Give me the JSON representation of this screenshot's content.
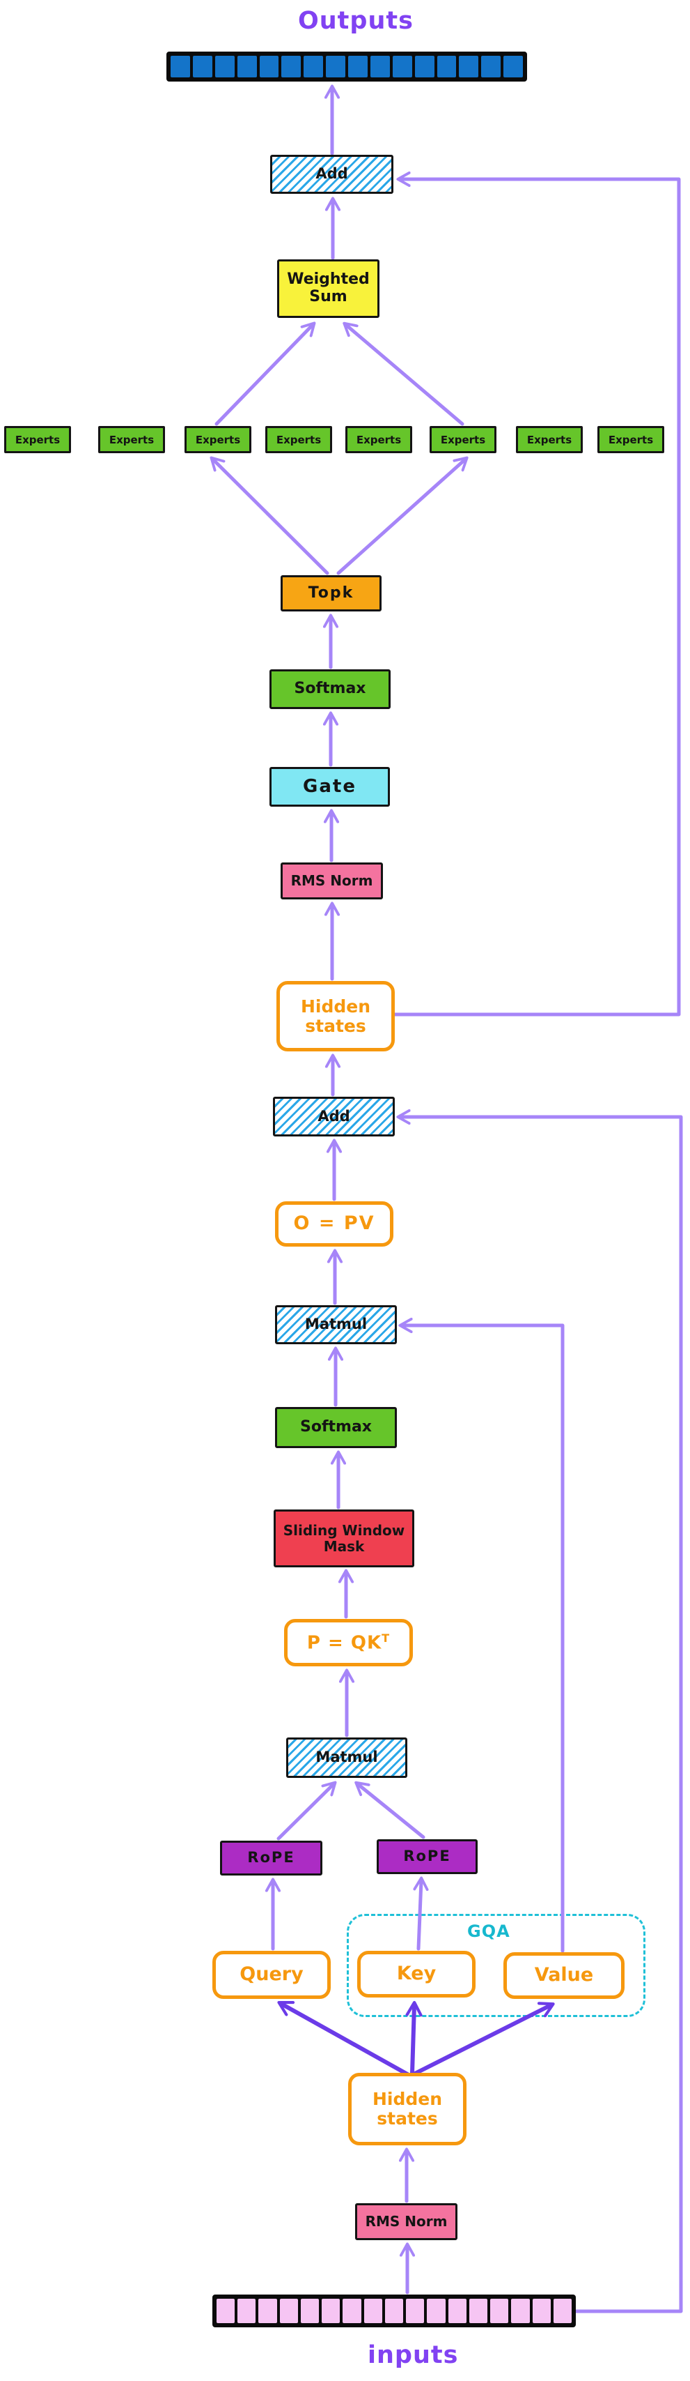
{
  "labels": {
    "outputs": "Outputs",
    "inputs": "inputs",
    "gqa": "GQA"
  },
  "nodes": {
    "add_top": "Add",
    "weighted_sum": "Weighted Sum",
    "topk": "Topk",
    "softmax_moe": "Softmax",
    "gate": "Gate",
    "rms_norm_moe": "RMS Norm",
    "hidden_states_mid": "Hidden states",
    "add_attn": "Add",
    "o_pv": "O = PV",
    "matmul_attn": "Matmul",
    "softmax_attn": "Softmax",
    "sliding_window_mask": "Sliding Window Mask",
    "p_qk": "P = QK",
    "p_qk_sup": "T",
    "matmul_qk": "Matmul",
    "rope_left": "RoPE",
    "rope_right": "RoPE",
    "query": "Query",
    "key": "Key",
    "value": "Value",
    "hidden_states_bottom": "Hidden states",
    "rms_norm_bottom": "RMS Norm"
  },
  "experts": [
    "Experts",
    "Experts",
    "Experts",
    "Experts",
    "Experts",
    "Experts",
    "Experts",
    "Experts"
  ],
  "token_bars": {
    "outputs_segments": 16,
    "inputs_segments": 17
  },
  "colors": {
    "arrow_light_purple": "#a685f8",
    "arrow_dark_purple": "#6b3be8",
    "token_blue": "#1474c9",
    "token_pink": "#f6c5f3",
    "hatch_blue": "#2aa7e8",
    "weighted_sum_yellow": "#f8f23b",
    "expert_green": "#66c52a",
    "topk_orange": "#f7a514",
    "gate_cyan": "#80e7f3",
    "rms_pink": "#f4739f",
    "mask_red": "#ef4050",
    "rope_purple": "#ac2cc4",
    "outline_orange": "#f6980e",
    "gqa_teal": "#1fc0d7",
    "io_label_purple": "#8142f2"
  }
}
